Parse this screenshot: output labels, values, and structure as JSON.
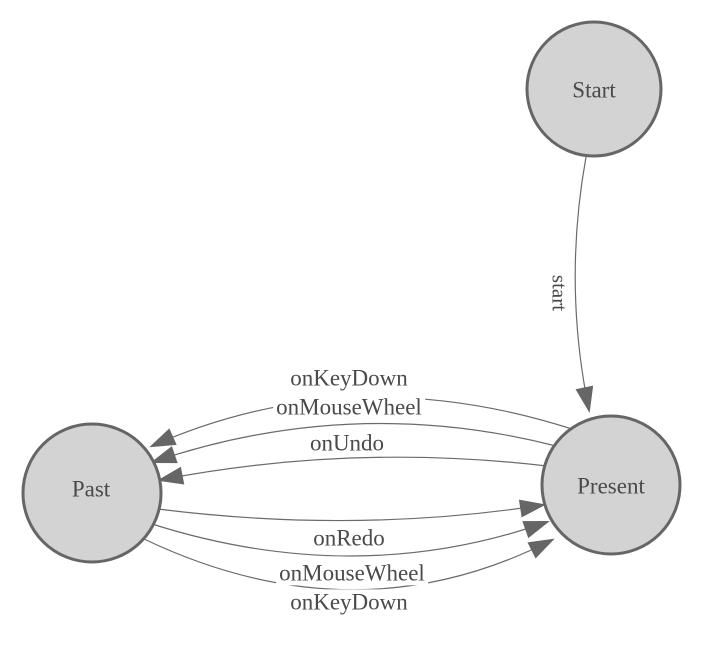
{
  "diagram": {
    "type": "state-machine",
    "nodes": [
      {
        "id": "start",
        "label": "Start"
      },
      {
        "id": "present",
        "label": "Present"
      },
      {
        "id": "past",
        "label": "Past"
      }
    ],
    "edges": [
      {
        "from": "Start",
        "to": "Present",
        "label": "start"
      },
      {
        "from": "Present",
        "to": "Past",
        "label": "onKeyDown"
      },
      {
        "from": "Present",
        "to": "Past",
        "label": "onMouseWheel"
      },
      {
        "from": "Present",
        "to": "Past",
        "label": "onUndo"
      },
      {
        "from": "Past",
        "to": "Present",
        "label": "onRedo"
      },
      {
        "from": "Past",
        "to": "Present",
        "label": "onMouseWheel"
      },
      {
        "from": "Past",
        "to": "Present",
        "label": "onKeyDown"
      }
    ],
    "colors": {
      "background": "#ffffff",
      "node_fill": "#d3d3d3",
      "node_stroke": "#666666",
      "edge_stroke": "#6b6b6b",
      "arrowhead": "#666666",
      "label_text": "#4a4a4a"
    }
  }
}
